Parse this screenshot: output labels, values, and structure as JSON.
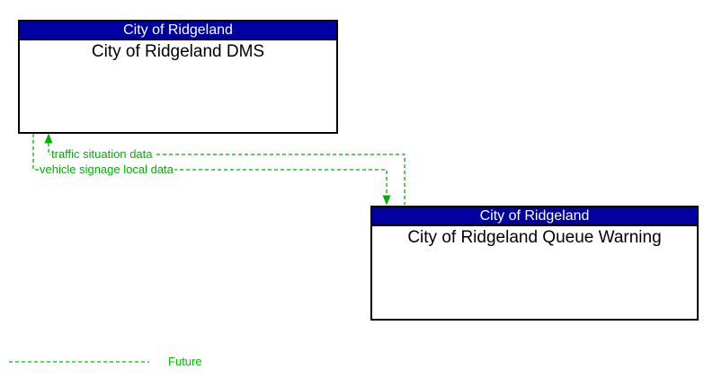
{
  "diagram": {
    "boxes": [
      {
        "id": "dms",
        "header": "City of Ridgeland",
        "title": "City of Ridgeland DMS"
      },
      {
        "id": "queue-warning",
        "header": "City of Ridgeland",
        "title": "City of Ridgeland Queue Warning"
      }
    ],
    "flows": [
      {
        "label": "traffic situation data",
        "from": "City of Ridgeland Queue Warning",
        "to": "City of Ridgeland DMS",
        "status": "future",
        "line_style": "dashed"
      },
      {
        "label": "vehicle signage local data",
        "from": "City of Ridgeland DMS",
        "to": "City of Ridgeland Queue Warning",
        "status": "future",
        "line_style": "dashed"
      }
    ],
    "legend": {
      "label": "Future",
      "line_style": "dashed"
    },
    "colors": {
      "header_bg": "#0000A0",
      "header_text": "#ffffff",
      "flow_green": "#00B000",
      "legend_green": "#00C000",
      "box_border": "#000000",
      "canvas_bg": "#ffffff"
    }
  }
}
